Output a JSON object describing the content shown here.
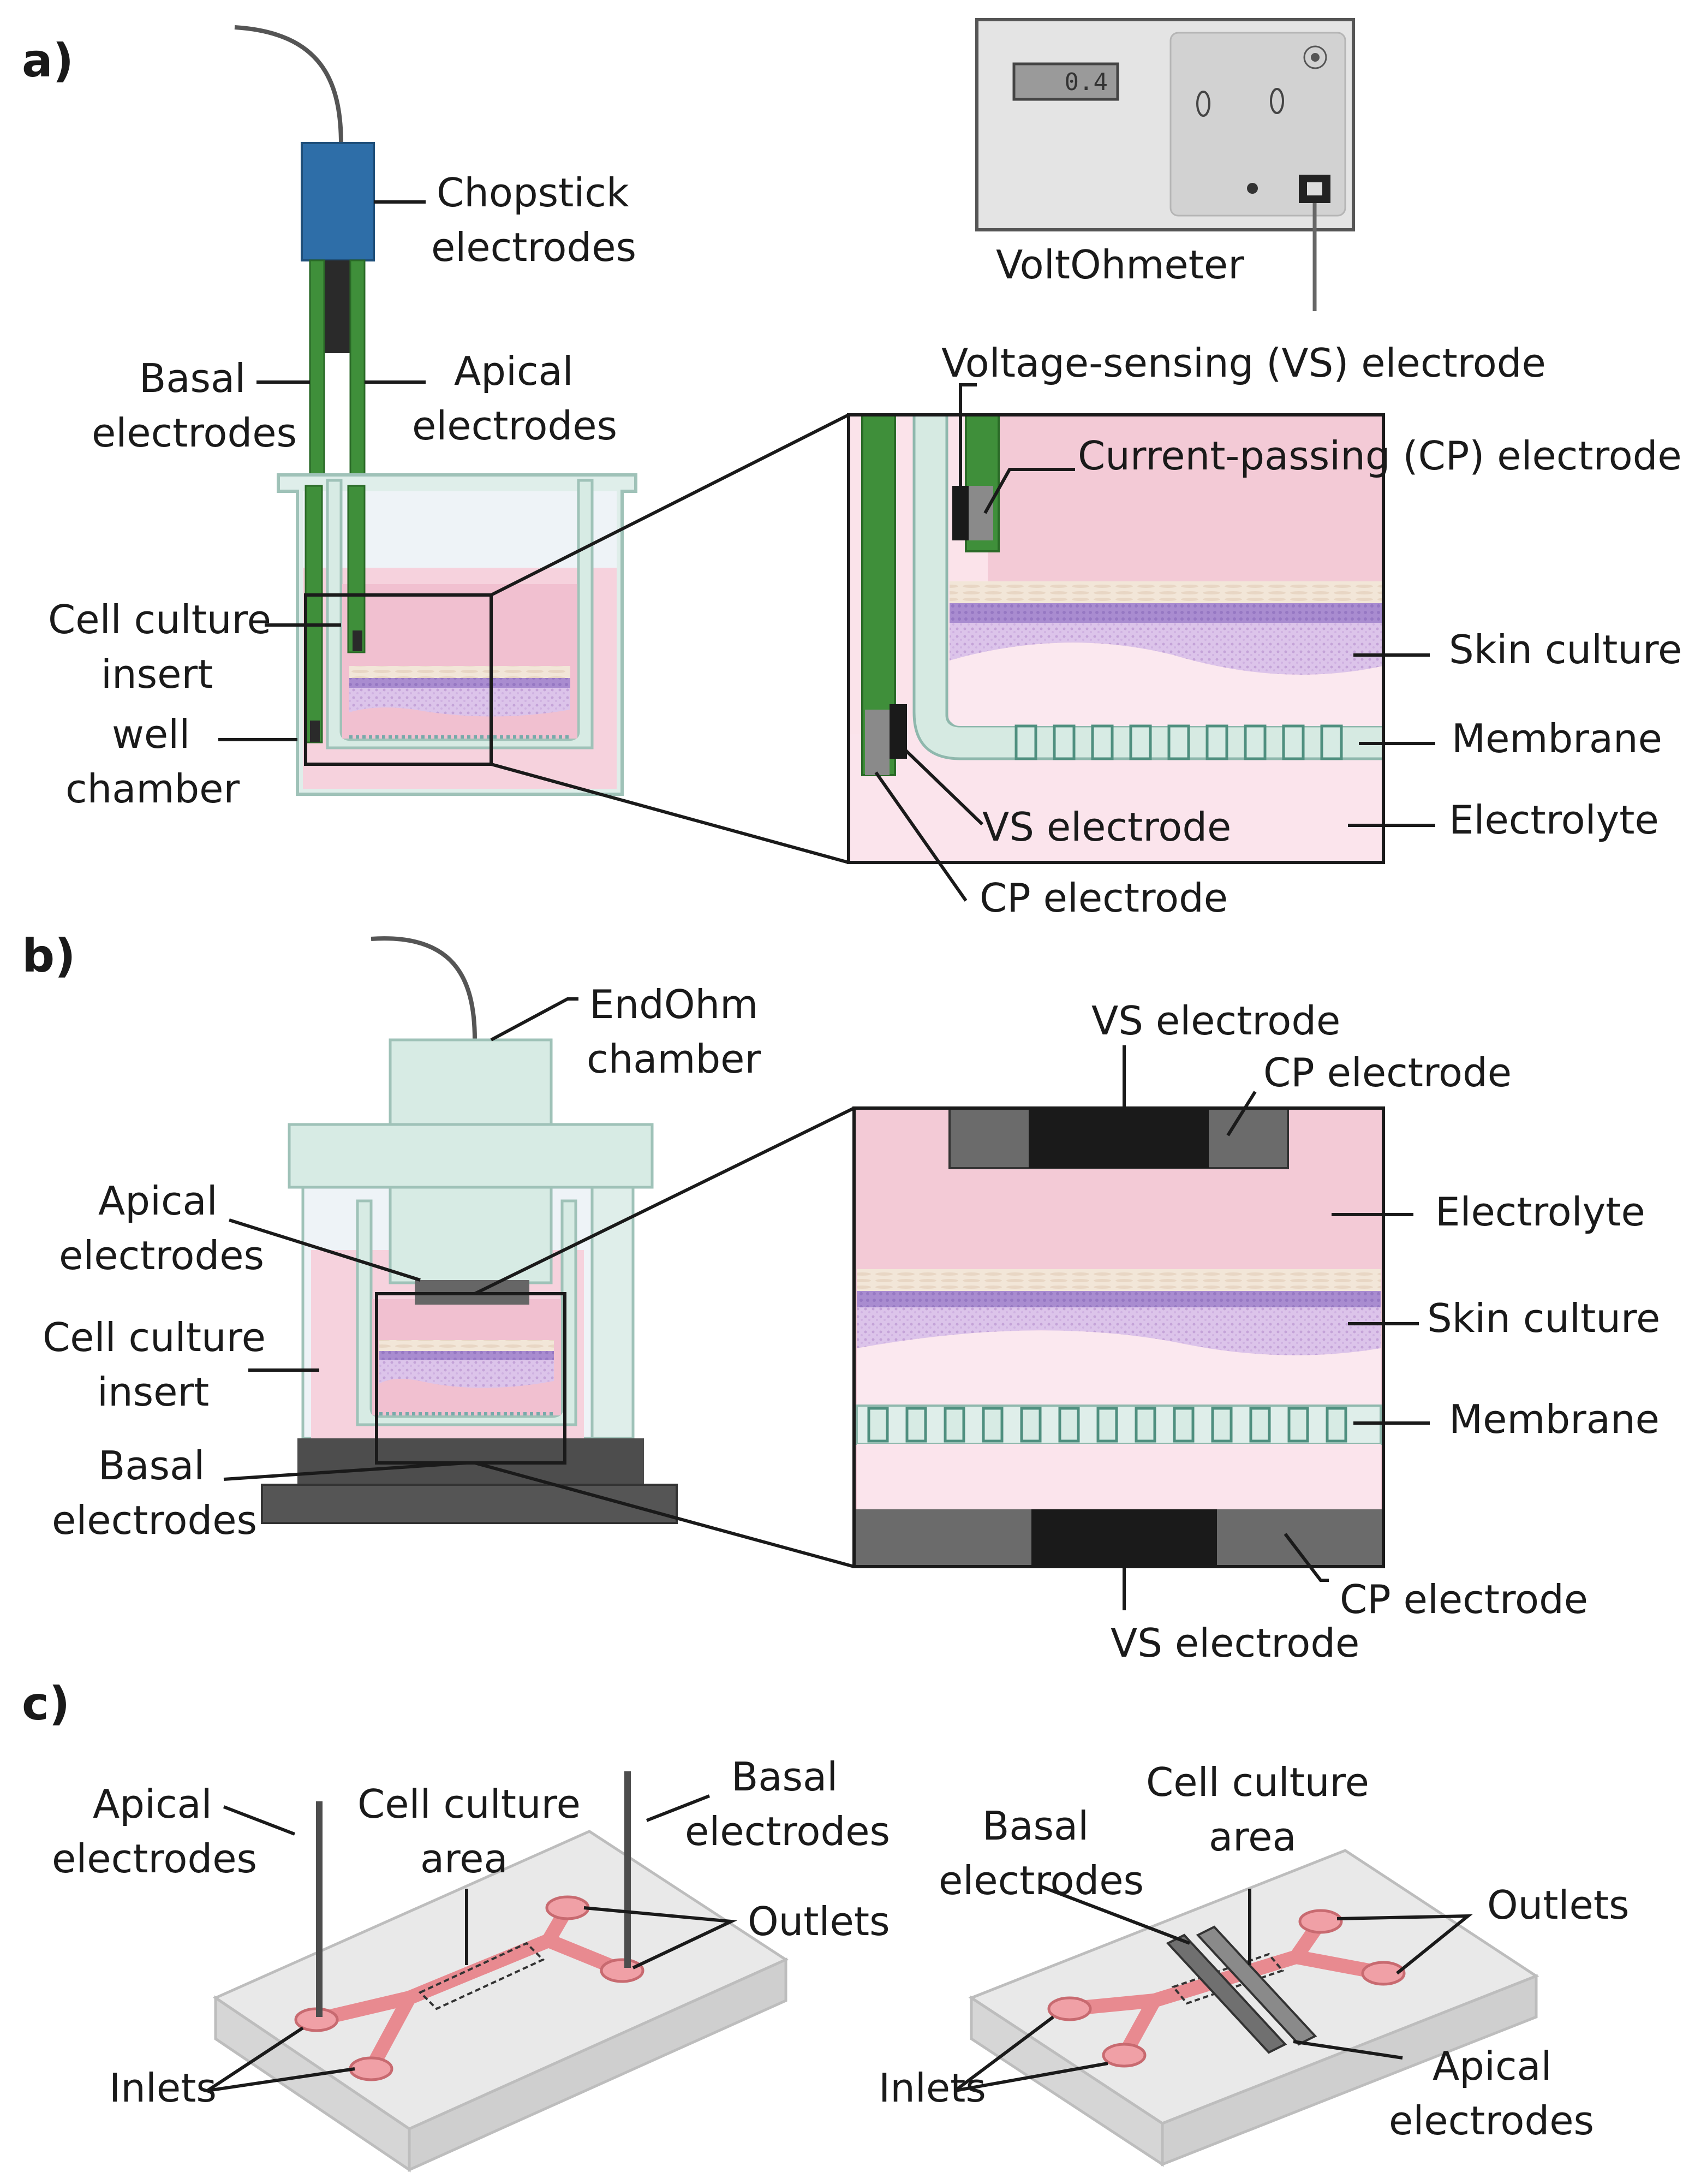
{
  "panels": {
    "a": "a)",
    "b": "b)",
    "c": "c)"
  },
  "a": {
    "chopstick": [
      "Chopstick",
      "electrodes"
    ],
    "voltohmeter": "VoltOhmeter",
    "lcd_value": "0.4",
    "basal": [
      "Basal",
      "electrodes"
    ],
    "apical": [
      "Apical",
      "electrodes"
    ],
    "insert": [
      "Cell culture",
      "insert"
    ],
    "well": [
      "well",
      "chamber"
    ],
    "vs_full": "Voltage-sensing (VS) electrode",
    "cp_full": "Current-passing (CP) electrode",
    "skin": "Skin culture",
    "membrane": "Membrane",
    "electrolyte": "Electrolyte",
    "vs": "VS electrode",
    "cp": "CP electrode"
  },
  "b": {
    "endohm": [
      "EndOhm",
      "chamber"
    ],
    "apical": [
      "Apical",
      "electrodes"
    ],
    "insert": [
      "Cell culture",
      "insert"
    ],
    "basal": [
      "Basal",
      "electrodes"
    ],
    "vs_top": "VS electrode",
    "cp_top": "CP electrode",
    "electrolyte": "Electrolyte",
    "skin": "Skin culture",
    "membrane": "Membrane",
    "cp_bottom": "CP electrode",
    "vs_bottom": "VS electrode"
  },
  "c": {
    "left": {
      "apical": [
        "Apical",
        "electrodes"
      ],
      "area": [
        "Cell culture",
        "area"
      ],
      "basal": [
        "Basal",
        "electrodes"
      ],
      "outlets": "Outlets",
      "inlets": "Inlets"
    },
    "right": {
      "basal": [
        "Basal",
        "electrodes"
      ],
      "area": [
        "Cell culture",
        "area"
      ],
      "outlets": "Outlets",
      "inlets": "Inlets",
      "apical": [
        "Apical",
        "electrodes"
      ]
    }
  },
  "colors": {
    "electrode_green": "#3f8f3a",
    "connector_blue": "#2e6ea8",
    "electrolyte_pink": "#f4cbd8",
    "skin_purple": "#c9a6dc",
    "membrane_teal": "#dbe9e4",
    "dark_electrode": "#1a1a1a",
    "grey_electrode": "#6b6b6b",
    "channel_red": "#e88a90"
  }
}
